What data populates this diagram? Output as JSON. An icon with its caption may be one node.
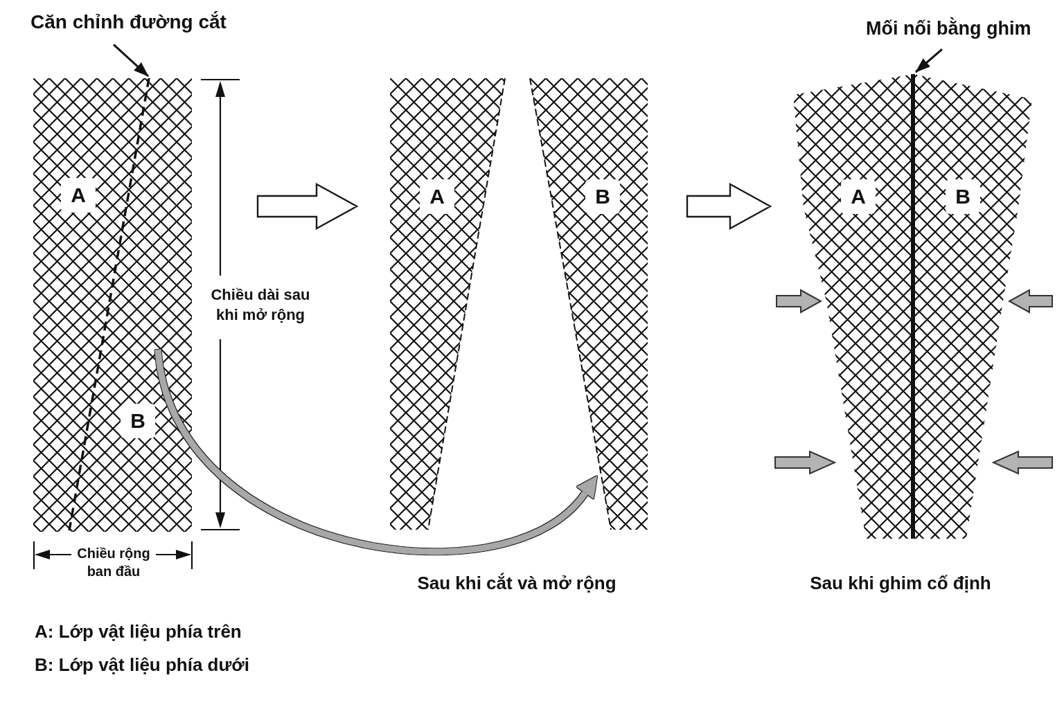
{
  "diagram": {
    "nodes": [
      {
        "text": [
          "Căn chỉnh đường cắt"
        ]
      },
      {
        "text": [
          "A",
          "B"
        ]
      },
      {
        "text": [
          "A"
        ]
      },
      {
        "text": [
          "B"
        ]
      },
      {
        "text": [
          "A",
          "B"
        ]
      },
      {
        "text": [
          "Mối nối bằng ghim"
        ]
      },
      {
        "text": [],
        "shape": "line",
        "in": 4
      }
    ],
    "edges": [
      {
        "from": 0,
        "to": 1,
        "arrow": "to"
      },
      {
        "from": 1,
        "to": 2,
        "arrow": "to",
        "style": "thick"
      },
      {
        "from": 3,
        "to": 4,
        "arrow": "to",
        "style": "thick"
      },
      {
        "from": 1,
        "to": 3,
        "arrow": "to",
        "style": "thick",
        "color": "#a8a8a8"
      },
      {
        "from": 5,
        "to": 6,
        "arrow": "to"
      }
    ],
    "labels": [
      "Chiều dài sau khi mở rộng",
      "Chiều rộng ban đầu",
      "Sau khi cắt và mở rộng",
      "Sau khi ghim cố định",
      "A: Lớp vật liệu phía trên",
      "B: Lớp vật liệu phía dưới"
    ]
  }
}
